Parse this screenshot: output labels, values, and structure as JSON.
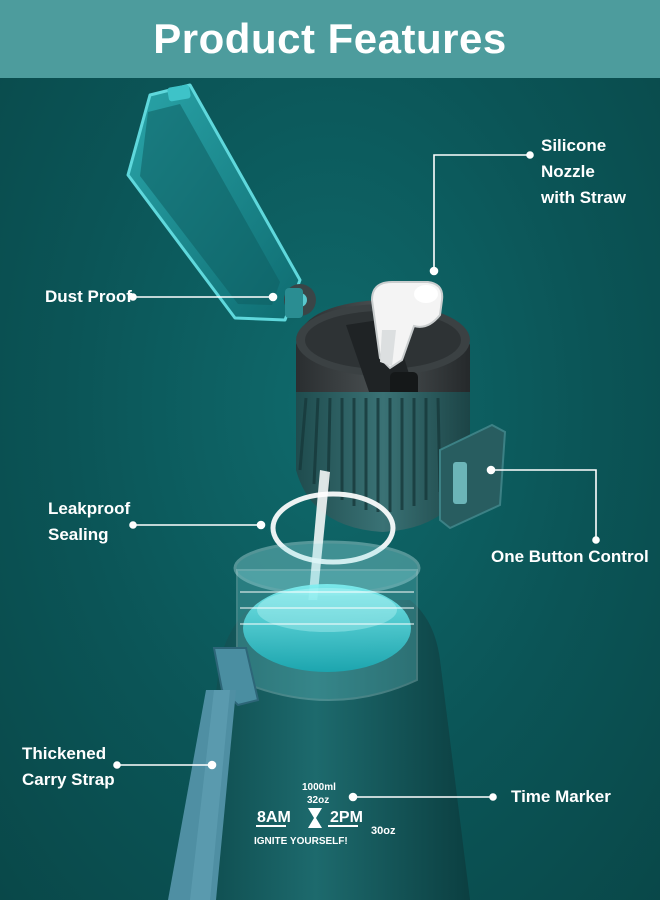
{
  "header": {
    "title": "Product Features"
  },
  "callouts": {
    "silicone_nozzle": "Silicone Nozzle\nwith Straw",
    "dust_proof": "Dust Proof",
    "leakproof": "Leakproof\nSealing",
    "one_button": "One Button Control",
    "carry_strap": "Thickened\nCarry Strap",
    "time_marker": "Time Marker"
  },
  "bottle_markings": {
    "volume_ml": "1000ml",
    "volume_oz": "32oz",
    "time_8am": "8AM",
    "time_2pm": "2PM",
    "oz_30": "30oz",
    "slogan": "IGNITE YOURSELF!"
  },
  "colors": {
    "background": "#0c5a5c",
    "header": "#4d9c9d",
    "lid": "#2f3436",
    "lid_ring": "#2c5a5c",
    "nozzle": "#f2f2f2",
    "bottle": "#14595c",
    "water": "#3fd1d9"
  }
}
